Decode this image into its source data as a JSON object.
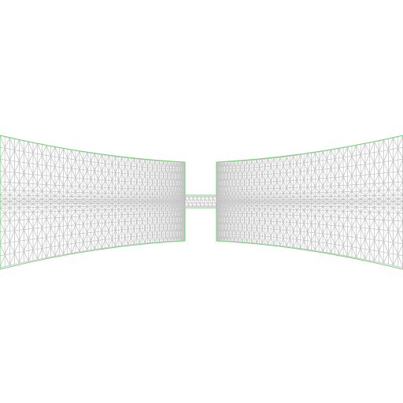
{
  "scene": {
    "background_color": "#ffffff",
    "boundary_color": "#7fcf7f",
    "mesh_color": "#c4c4c4",
    "parts": [
      "left-flared-wing",
      "right-flared-wing",
      "center-bridge"
    ]
  }
}
